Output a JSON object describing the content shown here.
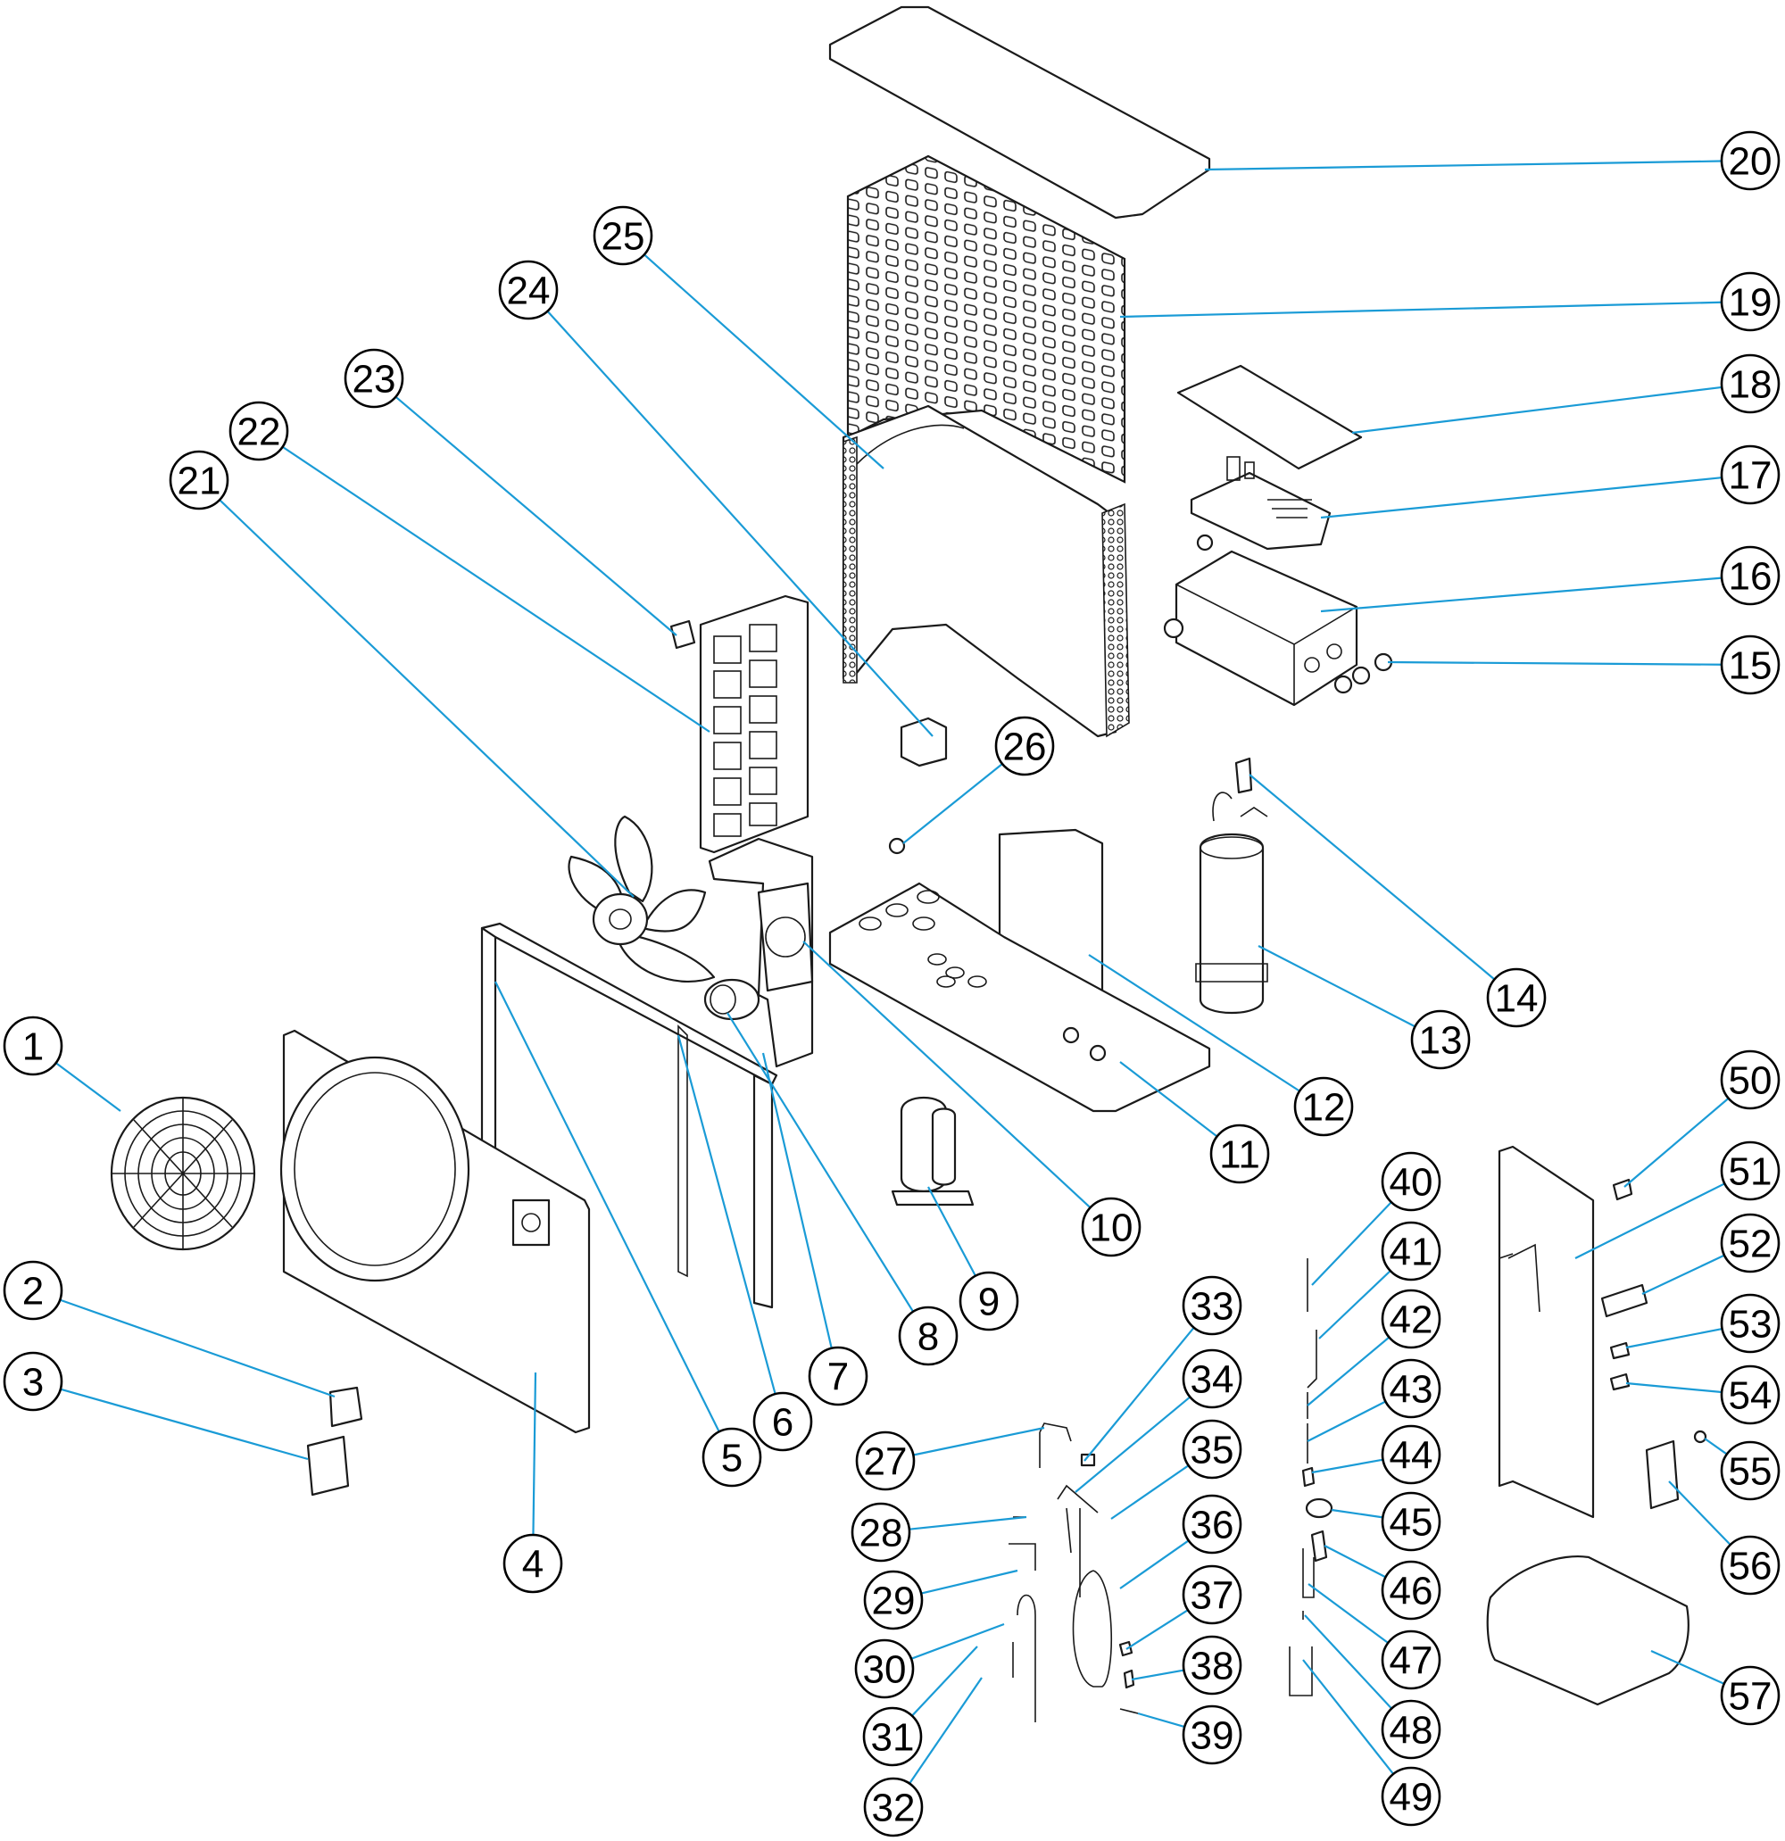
{
  "callouts": [
    {
      "label": "1"
    },
    {
      "label": "2"
    },
    {
      "label": "3"
    },
    {
      "label": "4"
    },
    {
      "label": "5"
    },
    {
      "label": "6"
    },
    {
      "label": "7"
    },
    {
      "label": "8"
    },
    {
      "label": "9"
    },
    {
      "label": "10"
    },
    {
      "label": "11"
    },
    {
      "label": "12"
    },
    {
      "label": "13"
    },
    {
      "label": "14"
    },
    {
      "label": "15"
    },
    {
      "label": "16"
    },
    {
      "label": "17"
    },
    {
      "label": "18"
    },
    {
      "label": "19"
    },
    {
      "label": "20"
    },
    {
      "label": "21"
    },
    {
      "label": "22"
    },
    {
      "label": "23"
    },
    {
      "label": "24"
    },
    {
      "label": "25"
    },
    {
      "label": "26"
    },
    {
      "label": "27"
    },
    {
      "label": "28"
    },
    {
      "label": "29"
    },
    {
      "label": "30"
    },
    {
      "label": "31"
    },
    {
      "label": "32"
    },
    {
      "label": "33"
    },
    {
      "label": "34"
    },
    {
      "label": "35"
    },
    {
      "label": "36"
    },
    {
      "label": "37"
    },
    {
      "label": "38"
    },
    {
      "label": "39"
    },
    {
      "label": "40"
    },
    {
      "label": "41"
    },
    {
      "label": "42"
    },
    {
      "label": "43"
    },
    {
      "label": "44"
    },
    {
      "label": "45"
    },
    {
      "label": "46"
    },
    {
      "label": "47"
    },
    {
      "label": "48"
    },
    {
      "label": "49"
    },
    {
      "label": "50"
    },
    {
      "label": "51"
    },
    {
      "label": "52"
    },
    {
      "label": "53"
    },
    {
      "label": "54"
    },
    {
      "label": "55"
    },
    {
      "label": "56"
    },
    {
      "label": "57"
    }
  ],
  "colors": {
    "leader": "#1a9bd6",
    "outline": "#1a1a1a",
    "background": "#ffffff"
  }
}
